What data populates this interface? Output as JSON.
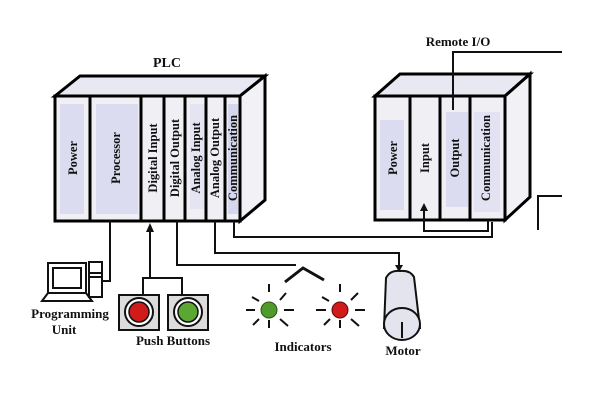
{
  "title": "PLC",
  "plc": {
    "label": "PLC",
    "modules": [
      "Power",
      "Processor",
      "Digital Input",
      "Digital Output",
      "Analog Input",
      "Analog Output",
      "Communication"
    ]
  },
  "remote_io": {
    "label": "Remote I/O",
    "modules": [
      "Power",
      "Input",
      "Output",
      "Communication"
    ]
  },
  "devices": {
    "programming_unit": [
      "Programming",
      "Unit"
    ],
    "push_buttons": "Push Buttons",
    "indicators": "Indicators",
    "motor": "Motor"
  },
  "colors": {
    "module_fill": "#dcdcf0",
    "panel_fill": "#f0f0f4",
    "button_red": "#d11a1a",
    "button_green": "#5aa832",
    "indicator_green": "#4f9a2a",
    "indicator_red": "#d11a1a",
    "motor_fill": "#e4e4ee"
  }
}
